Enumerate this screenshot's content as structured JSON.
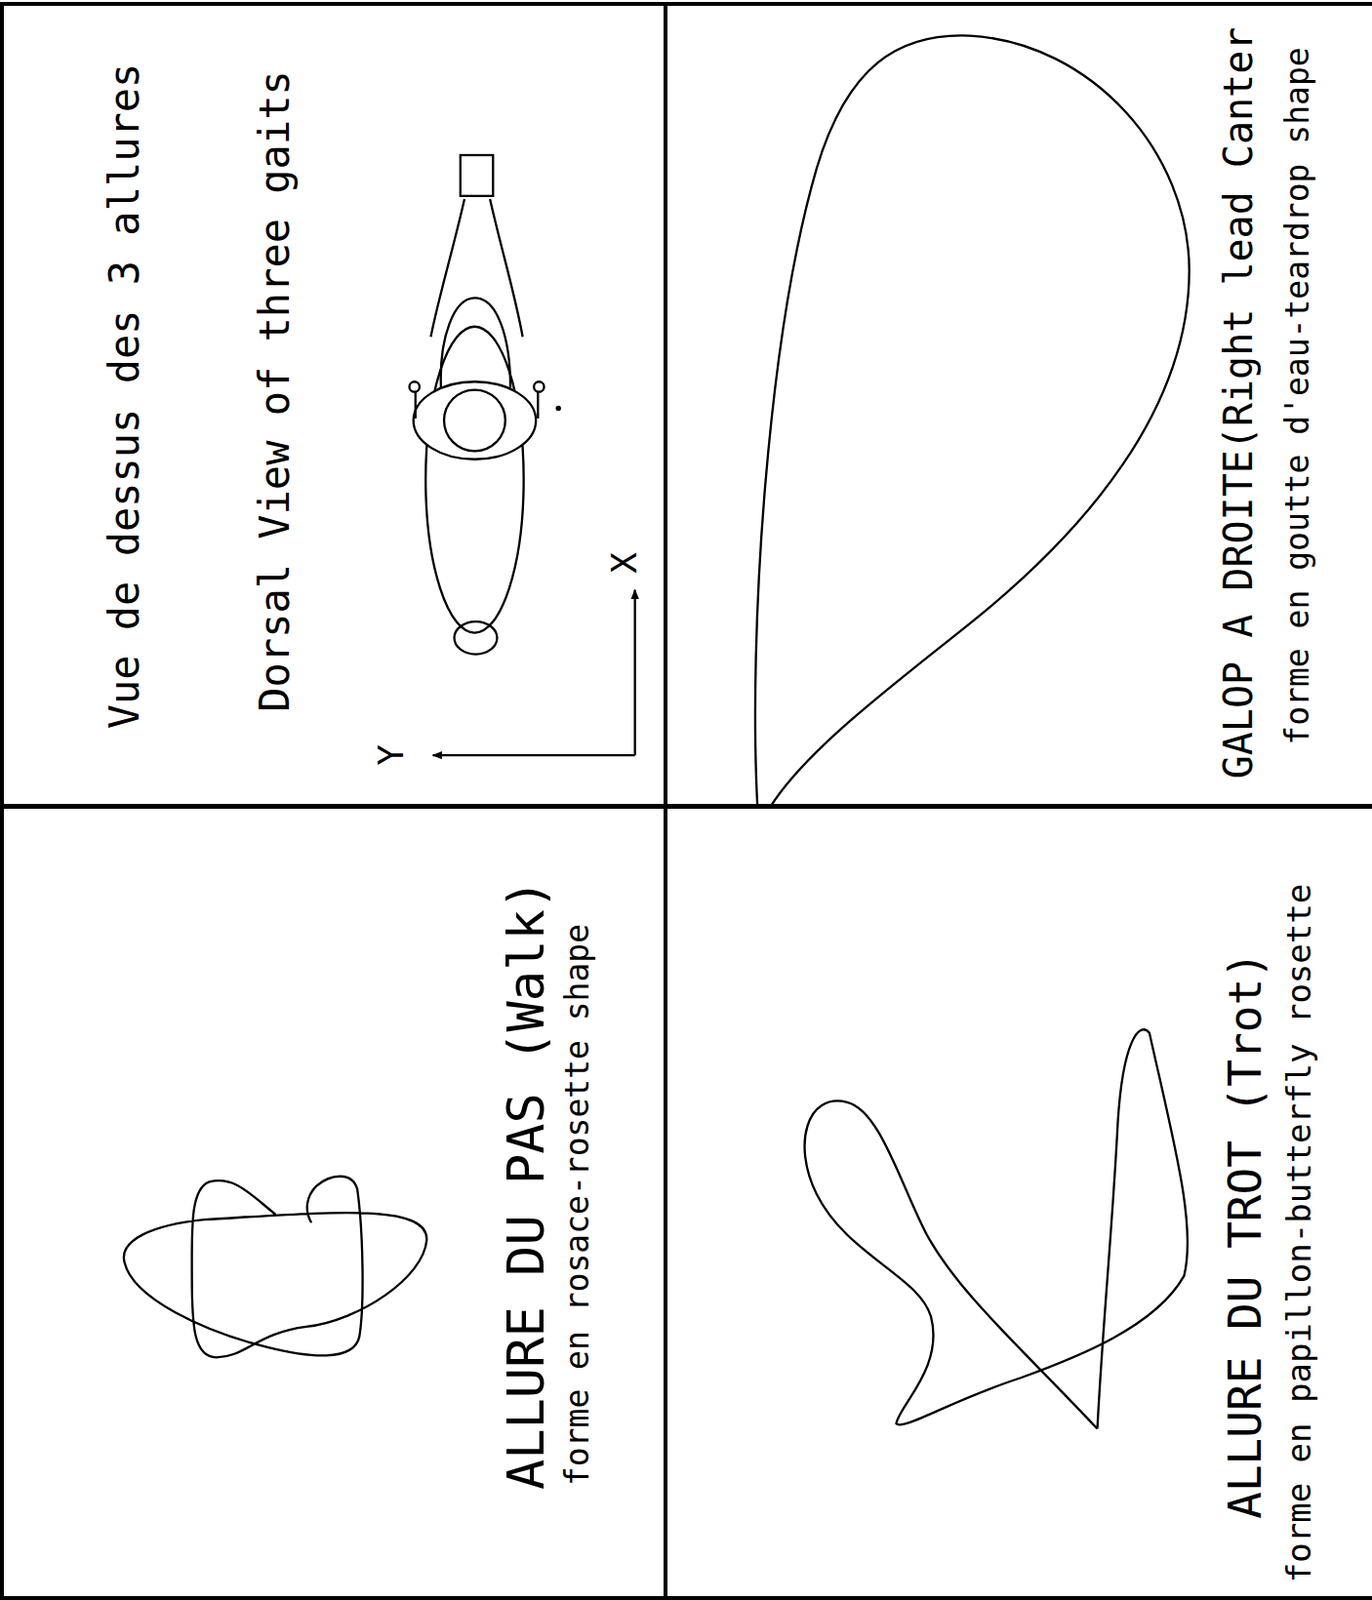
{
  "diagram": {
    "nodes": [
      {
        "text": [
          "Vue de dessus des 3 allures",
          "Dorsal View of three gaits"
        ]
      },
      {
        "text": [
          "GALOP A DROITE(Right lead Canter",
          "forme en goutte d'eau-teardrop shape"
        ]
      },
      {
        "text": [
          "ALLURE DU PAS (Walk)",
          "forme en rosace-rosette shape"
        ]
      },
      {
        "text": [
          "ALLURE DU TROT (Trot)",
          "forme en papillon-butterfly rosette"
        ]
      }
    ],
    "labels": [
      "X",
      "Y"
    ]
  }
}
